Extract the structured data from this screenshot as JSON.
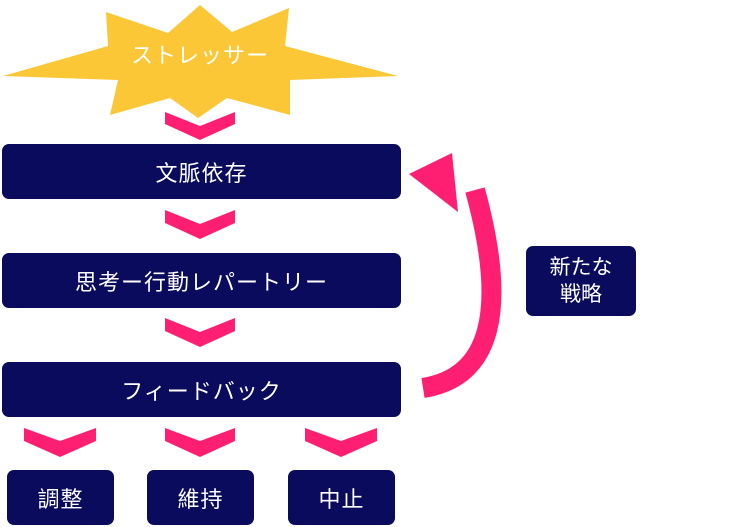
{
  "diagram": {
    "star": {
      "label": "ストレッサー"
    },
    "steps": {
      "context": "文脈依存",
      "repertoire": "思考ー行動レパートリー",
      "feedback": "フィードバック"
    },
    "outcomes": {
      "adjust": "調整",
      "maintain": "維持",
      "stop": "中止"
    },
    "loop_label": {
      "line1": "新たな",
      "line2": "戦略"
    },
    "colors": {
      "star": "#fbc737",
      "box": "#0b0b5e",
      "arrow": "#ff1f72",
      "text": "#ffffff"
    }
  }
}
